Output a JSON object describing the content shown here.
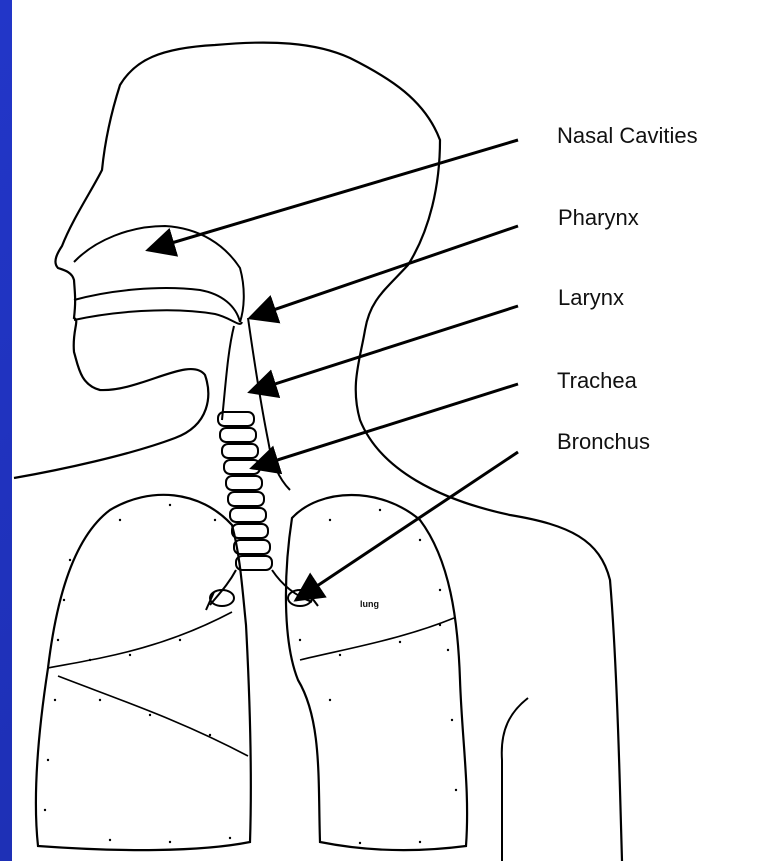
{
  "background_color": "#1d2fb8",
  "panel_color": "#ffffff",
  "line_color": "#000000",
  "labels": {
    "nasal_cavities": "Nasal Cavities",
    "pharynx": "Pharynx",
    "larynx": "Larynx",
    "trachea": "Trachea",
    "bronchus": "Bronchus",
    "lung": "lung"
  }
}
